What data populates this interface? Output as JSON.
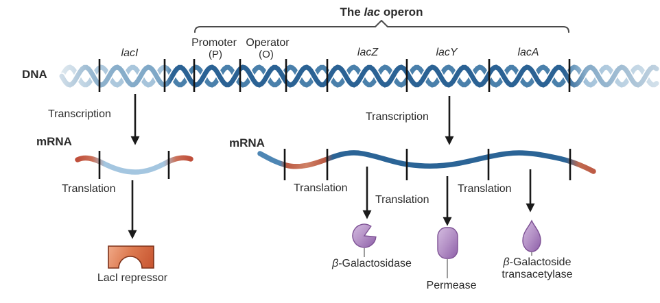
{
  "title": {
    "pre": "The ",
    "gene": "lac",
    "post": " operon"
  },
  "dna_track": {
    "label": "DNA",
    "gene_lacI": "lacI",
    "promoter_name": "Promoter",
    "promoter_abbr": "(P)",
    "operator_name": "Operator",
    "operator_abbr": "(O)",
    "gene_lacZ": "lacZ",
    "gene_lacY": "lacY",
    "gene_lacA": "lacA"
  },
  "left_pathway": {
    "transcription_label": "Transcription",
    "mrna_label": "mRNA",
    "translation_label": "Translation",
    "product_label": "LacI repressor"
  },
  "right_pathway": {
    "transcription_label": "Transcription",
    "mrna_label": "mRNA",
    "translation_lacZ_label": "Translation",
    "translation_lacY_label": "Translation",
    "translation_lacA_label": "Translation",
    "product_lacZ": {
      "symbol": "β",
      "name": "-Galactosidase"
    },
    "product_lacY": "Permease",
    "product_lacA": {
      "symbol": "β",
      "name": "-Galactoside",
      "name_line2": "transacetylase"
    }
  },
  "colors": {
    "dna_dark_blue": "#2b6294",
    "dna_light_blue": "#8fb2cd",
    "mrna_dark_blue": "#2b6496",
    "mrna_light_blue": "#a4c6e0",
    "mrna_red": "#bf4e3a",
    "repressor_orange": "#dd7a50",
    "protein_purple": "#b491c6",
    "text": "#2b2b2b"
  }
}
